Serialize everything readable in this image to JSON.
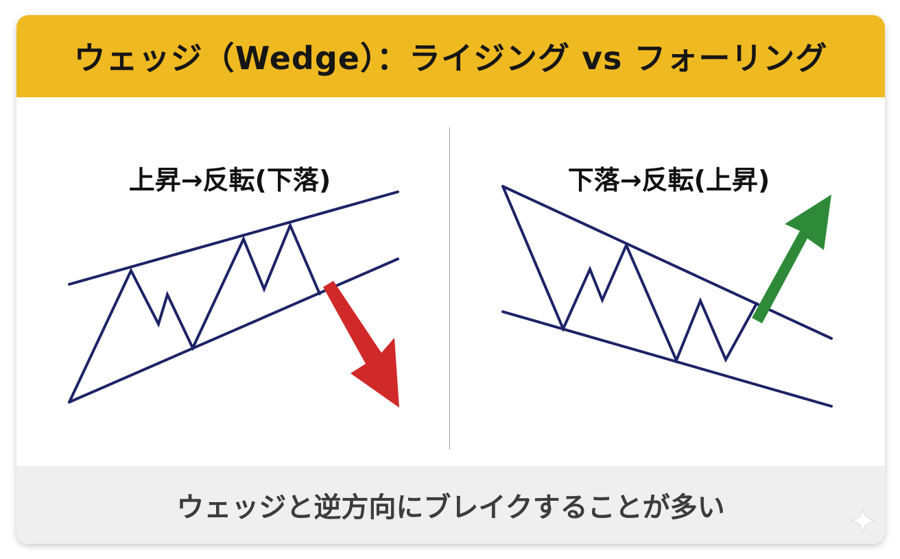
{
  "header": {
    "title": "ウェッジ（Wedge）：ライジング vs フォーリング"
  },
  "left_panel": {
    "title": "上昇→反転(下落)"
  },
  "right_panel": {
    "title": "下落→反転(上昇)"
  },
  "footer": {
    "caption": "ウェッジと逆方向にブレイクすることが多い"
  },
  "colors": {
    "header_bg": "#efb921",
    "line": "#1c2366",
    "down_arrow": "#d02929",
    "up_arrow": "#2e8a38",
    "footer_bg": "#efefef"
  }
}
